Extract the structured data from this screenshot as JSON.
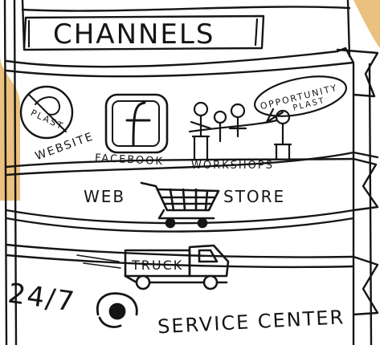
{
  "title": "CHANNELS",
  "accent_color": "#E8B66A",
  "ink_color": "#151515",
  "channels_row": {
    "website_label": "WEBSITE",
    "facebook_label": "FACEBOOK",
    "workshops_label": "WORKSHOPS",
    "opportunity_label": "OPPORTUNITY",
    "plast_label": "PLAST",
    "website_badge_text": "PLAST",
    "icons": [
      "globe-icon",
      "facebook-tablet-icon",
      "people-icon",
      "speech-bubble-icon"
    ]
  },
  "webstore": {
    "left_label": "WEB",
    "right_label": "STORE",
    "icon": "shopping-cart-icon"
  },
  "delivery": {
    "truck_label": "TRUCK",
    "icon": "truck-icon"
  },
  "service": {
    "hours_label": "24/7",
    "label": "SERVICE CENTER",
    "icon": "headset-icon"
  }
}
